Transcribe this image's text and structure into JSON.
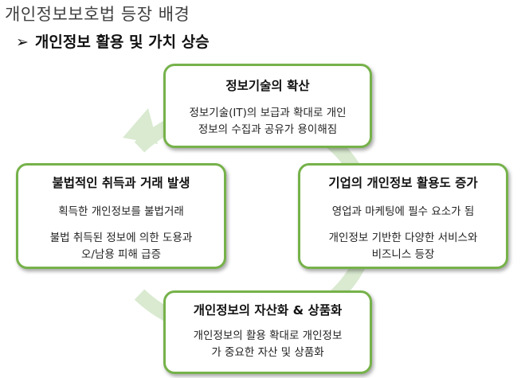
{
  "page": {
    "title": "개인정보보호법 등장 배경",
    "subtitle_arrow": "➢",
    "subtitle": "개인정보 활용 및 가치 상승"
  },
  "colors": {
    "box_border": "#76b24a",
    "cycle_arrow": "#d9ead0"
  },
  "cycle": {
    "top": {
      "title": "정보기술의 확산",
      "lines": [
        "정보기술(IT)의 보급과 확대로 개인",
        "정보의 수집과 공유가 용이해짐"
      ]
    },
    "right": {
      "title": "기업의 개인정보 활용도 증가",
      "lines": [
        "영업과 마케팅에 필수 요소가 됨",
        "개인정보 기반한 다양한 서비스와",
        "비즈니스 등장"
      ]
    },
    "bottom": {
      "title": "개인정보의 자산화 & 상품화",
      "lines": [
        "개인정보의 활용 확대로 개인정보",
        "가 중요한 자산 및 상품화"
      ]
    },
    "left": {
      "title": "불법적인 취득과 거래 발생",
      "lines": [
        "획득한 개인정보를  불법거래",
        "불법 취득된 정보에 의한 도용과",
        "오/남용  피해 급증"
      ]
    }
  }
}
